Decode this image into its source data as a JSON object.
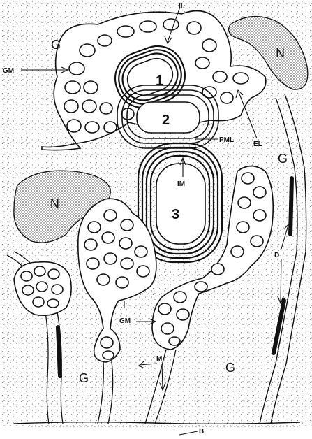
{
  "labels": {
    "IL": "IL",
    "G": "G",
    "GM": "GM",
    "N": "N",
    "axon1": "1",
    "axon2": "2",
    "axon3": "3",
    "PML": "PML",
    "EL": "EL",
    "IM": "IM",
    "D": "D",
    "M": "M",
    "B": "B"
  },
  "colors": {
    "ink": "#111111",
    "background": "#ffffff",
    "stipple": "#555555"
  }
}
